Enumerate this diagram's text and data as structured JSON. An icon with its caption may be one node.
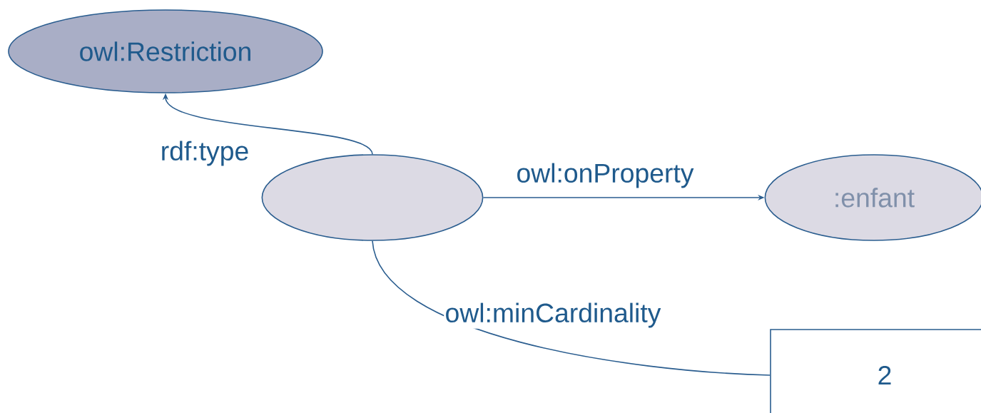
{
  "diagram": {
    "nodes": [
      {
        "text": [
          "owl:Restriction"
        ]
      },
      {
        "text": [],
        "shape": "ellipse"
      },
      {
        "text": [
          ":enfant"
        ]
      },
      {
        "text": [
          "2"
        ]
      }
    ],
    "edges": [
      {
        "from": 1,
        "to": 0,
        "arrow": "to",
        "label": "rdf:type"
      },
      {
        "from": 1,
        "to": 2,
        "arrow": "to",
        "label": "owl:onProperty"
      },
      {
        "from": 1,
        "to": 3,
        "arrow": "none",
        "label": "owl:minCardinality"
      }
    ]
  }
}
